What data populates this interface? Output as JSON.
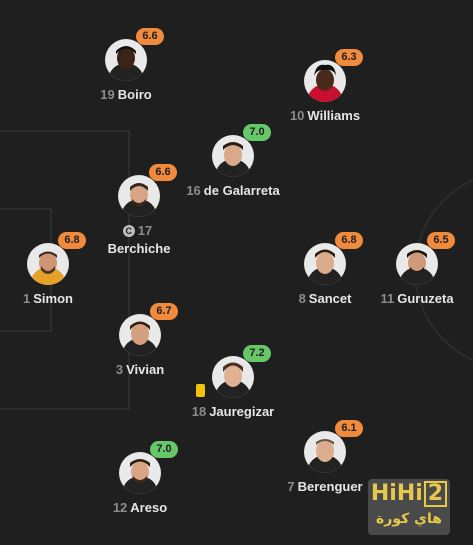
{
  "colors": {
    "rating_good": "#67c86a",
    "rating_avg": "#f08a3c",
    "yellow_card": "#f4c20d",
    "background": "#1f1f1f"
  },
  "players": [
    {
      "id": "boiro",
      "number": "19",
      "name": "Boiro",
      "rating": "6.6",
      "rating_color": "#f08a3c"
    },
    {
      "id": "williams",
      "number": "10",
      "name": "Williams",
      "rating": "6.3",
      "rating_color": "#f08a3c"
    },
    {
      "id": "de-galarreta",
      "number": "16",
      "name": "de Galarreta",
      "rating": "7.0",
      "rating_color": "#67c86a"
    },
    {
      "id": "berchiche",
      "number": "17",
      "name": "Berchiche",
      "rating": "6.6",
      "rating_color": "#f08a3c",
      "captain": "C"
    },
    {
      "id": "simon",
      "number": "1",
      "name": "Simon",
      "rating": "6.8",
      "rating_color": "#f08a3c"
    },
    {
      "id": "sancet",
      "number": "8",
      "name": "Sancet",
      "rating": "6.8",
      "rating_color": "#f08a3c"
    },
    {
      "id": "guruzeta",
      "number": "11",
      "name": "Guruzeta",
      "rating": "6.5",
      "rating_color": "#f08a3c"
    },
    {
      "id": "vivian",
      "number": "3",
      "name": "Vivian",
      "rating": "6.7",
      "rating_color": "#f08a3c"
    },
    {
      "id": "jauregizar",
      "number": "18",
      "name": "Jauregizar",
      "rating": "7.2",
      "rating_color": "#67c86a"
    },
    {
      "id": "berenguer",
      "number": "7",
      "name": "Berenguer",
      "rating": "6.1",
      "rating_color": "#f08a3c"
    },
    {
      "id": "areso",
      "number": "12",
      "name": "Areso",
      "rating": "7.0",
      "rating_color": "#67c86a"
    }
  ],
  "watermark": {
    "main": "HiHi",
    "digit": "2",
    "arabic": "هاي كورة"
  }
}
